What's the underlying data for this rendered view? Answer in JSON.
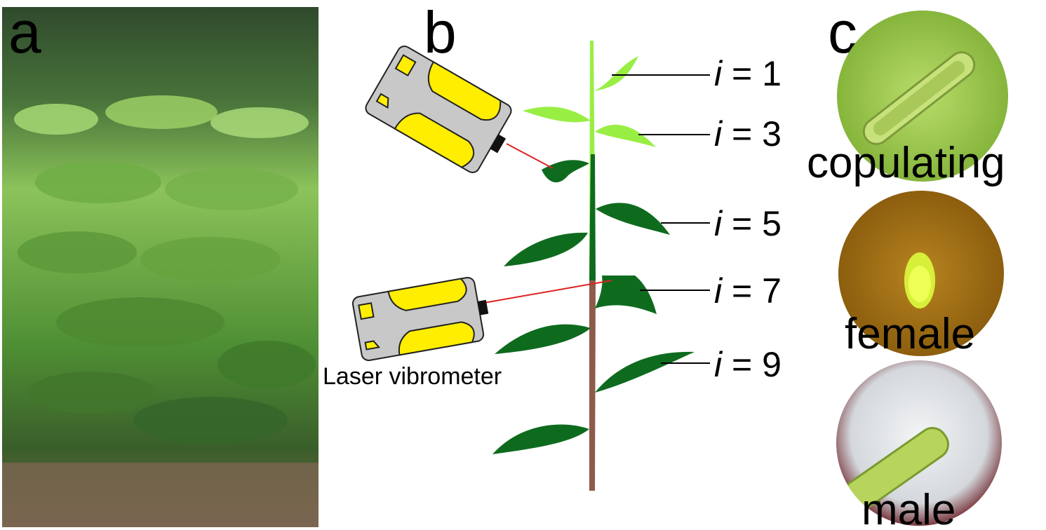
{
  "panels": {
    "a": {
      "letter": "a",
      "colors": {
        "sky": "#3d5a34",
        "canopy": "#5f9a3b",
        "bright": "#9bd26a",
        "soil": "#7a6550"
      }
    },
    "b": {
      "letter": "b",
      "instrument_label": "Laser vibrometer",
      "leaf_labels": [
        {
          "var": "i",
          "eq": " = 1"
        },
        {
          "var": "i",
          "eq": " = 3"
        },
        {
          "var": "i",
          "eq": " = 5"
        },
        {
          "var": "i",
          "eq": " = 7"
        },
        {
          "var": "i",
          "eq": " = 9"
        }
      ],
      "colors": {
        "young_leaf": "#99ee44",
        "old_leaf": "#0e6b1e",
        "stem": "#8e5a4a",
        "vibrometer_body": "#c8c8c8",
        "vibrometer_accent": "#ffee00",
        "laser": "#dd2222"
      }
    },
    "c": {
      "letter": "c",
      "labels": [
        "copulating",
        "female",
        "male"
      ],
      "colors": {
        "copulating_bg": "#9cc94b",
        "female_bg": "#a87416",
        "male_bg": "#e4e7ea"
      }
    }
  }
}
